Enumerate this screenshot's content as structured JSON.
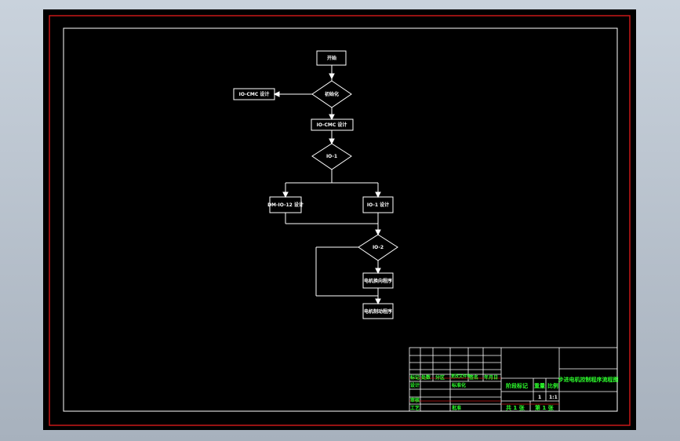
{
  "colors": {
    "background": "#000000",
    "frame_red": "#c81818",
    "line_white": "#ffffff",
    "text_green": "#2dff2d",
    "grid_gray": "#9a9a9a"
  },
  "flowchart": {
    "start": "开始",
    "decision_1": "初始化",
    "left_box": "IO-CMC 设计",
    "box_2": "IO-CMC 设计",
    "decision_2": "IO-1",
    "box_left_3": "DM-IO-12 设计",
    "box_right_3": "IO-1 设计",
    "decision_3": "IO-2",
    "box_4": "电机换向程序",
    "box_5": "电机制动程序"
  },
  "title_block": {
    "drawing_title": "步进电机控制程序流程图",
    "row_label_1": [
      "标记",
      "处数",
      "分区",
      "更改文件号",
      "签名",
      "年月日"
    ],
    "row_label_2": [
      "设计",
      "",
      "",
      "标准化",
      "",
      ""
    ],
    "row_label_3": [
      "审核",
      "",
      "",
      "",
      "",
      ""
    ],
    "row_label_4": [
      "工艺",
      "",
      "",
      "批准",
      "",
      ""
    ],
    "stage_label": "阶段标记",
    "weight_label": "重量",
    "scale_label": "比例",
    "weight_value": "1",
    "scale_value": "1:1",
    "sheets_total": "共 1 张",
    "sheet_no": "第 1 张"
  }
}
